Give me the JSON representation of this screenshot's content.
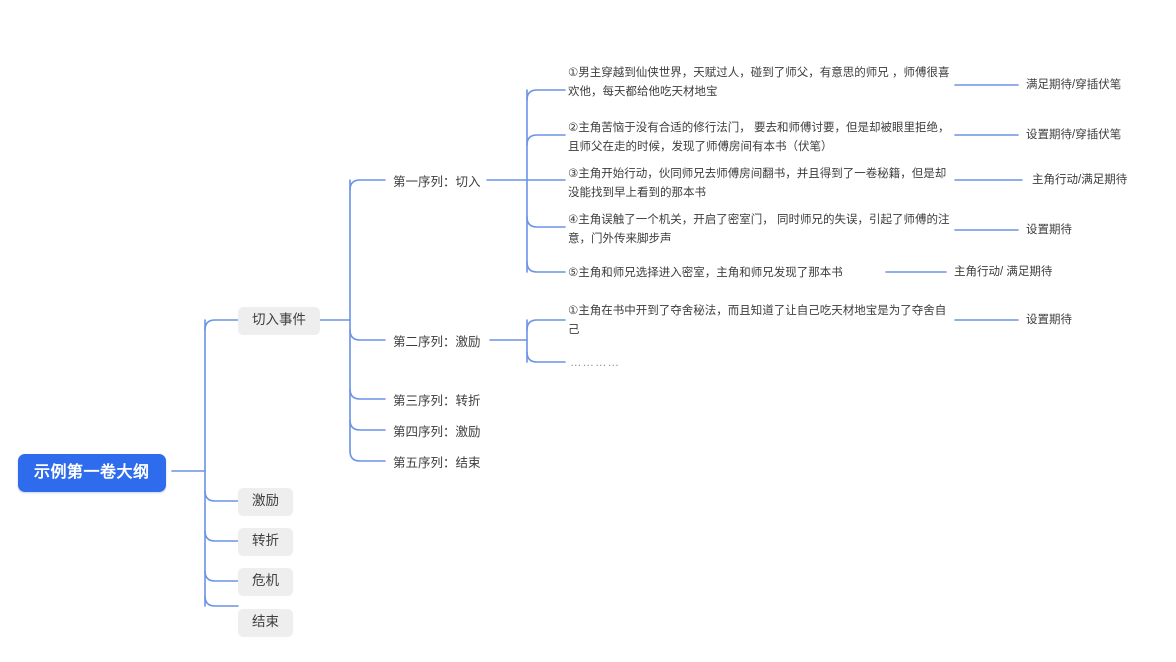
{
  "meta": {
    "accent_color": "#2f6bed",
    "link_color": "#6b93e6",
    "pill_bg": "#eeeeee",
    "text_color": "#3d3d3d",
    "canvas_bg": "#ffffff"
  },
  "root": {
    "label": "示例第一卷大纲"
  },
  "level1": [
    {
      "label": "切入事件"
    },
    {
      "label": "激励"
    },
    {
      "label": "转折"
    },
    {
      "label": "危机"
    },
    {
      "label": "结束"
    }
  ],
  "sequences": [
    {
      "label": "第一序列：切入"
    },
    {
      "label": "第二序列：激励"
    },
    {
      "label": "第三序列：转折"
    },
    {
      "label": "第四序列：激励"
    },
    {
      "label": "第五序列：结束"
    }
  ],
  "seq1_details": [
    {
      "text": "①男主穿越到仙侠世界，天赋过人，碰到了师父，有意思的师兄 ，师傅很喜欢他，每天都给他吃天材地宝",
      "tag": "满足期待/穿插伏笔"
    },
    {
      "text": "②主角苦恼于没有合适的修行法门， 要去和师傅讨要，但是却被眼里拒绝，且师父在走的时候，发现了师傅房间有本书（伏笔）",
      "tag": "设置期待/穿插伏笔"
    },
    {
      "text": "③主角开始行动，伙同师兄去师傅房间翻书，并且得到了一卷秘籍，但是却没能找到早上看到的那本书",
      "tag": "主角行动/满足期待"
    },
    {
      "text": "④主角误触了一个机关，开启了密室门， 同时师兄的失误，引起了师傅的注意，门外传来脚步声",
      "tag": "设置期待"
    },
    {
      "text": "⑤主角和师兄选择进入密室，主角和师兄发现了那本书",
      "tag": "主角行动/ 满足期待"
    }
  ],
  "seq2_details": [
    {
      "text": "①主角在书中开到了夺舍秘法，而且知道了让自己吃天材地宝是为了夺舍自己",
      "tag": "设置期待"
    },
    {
      "text": "…………",
      "tag": ""
    }
  ]
}
